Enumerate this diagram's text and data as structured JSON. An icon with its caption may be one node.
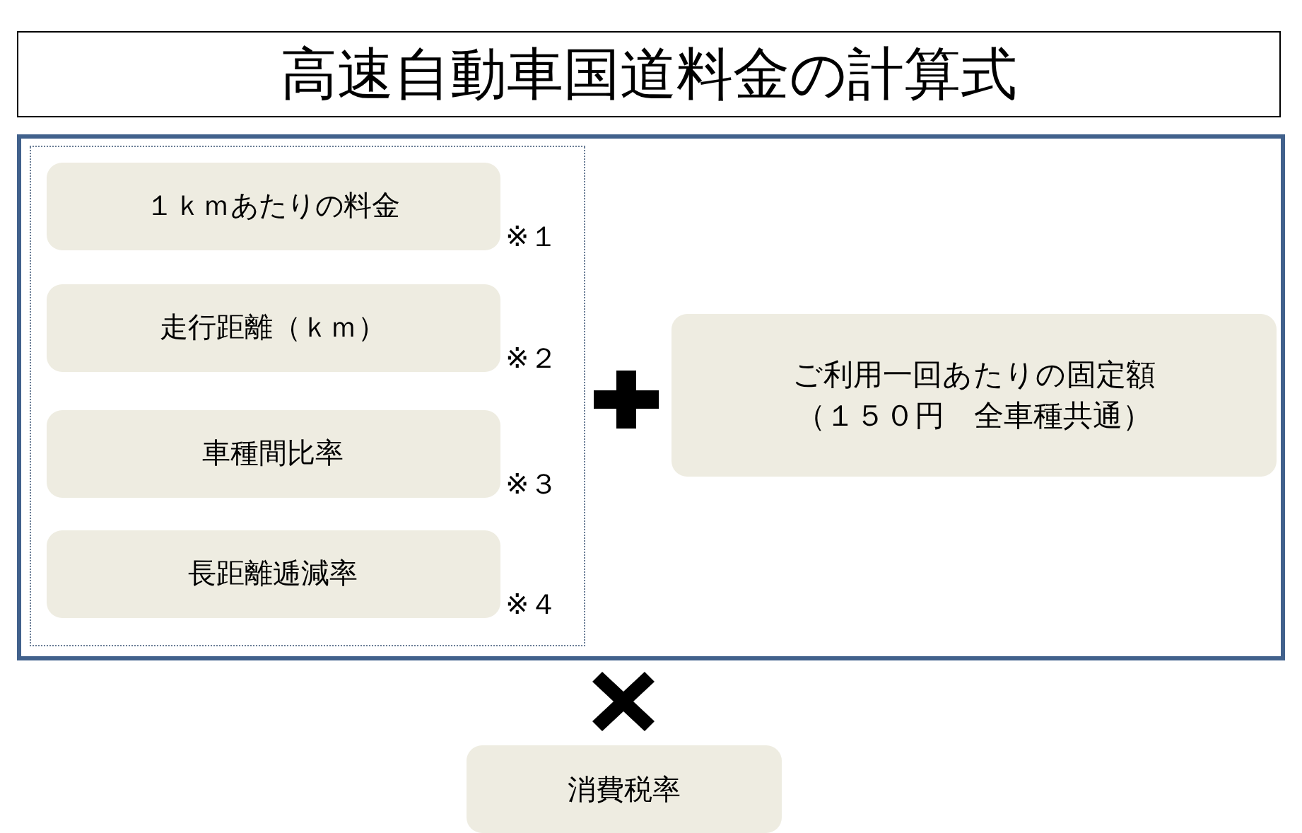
{
  "diagram": {
    "title": "高速自動車国道料金の計算式",
    "nodes": [
      {
        "text": [],
        "shape": "box"
      },
      {
        "text": [],
        "shape": "box",
        "in": 0
      },
      {
        "text": [
          "１ｋｍあたりの料金"
        ],
        "in": 1,
        "beside": [
          "※１"
        ]
      },
      {
        "text": [
          "走行距離（ｋｍ）"
        ],
        "in": 1,
        "beside": [
          "※２"
        ]
      },
      {
        "text": [
          "車種間比率"
        ],
        "in": 1,
        "beside": [
          "※３"
        ]
      },
      {
        "text": [
          "長距離逓減率"
        ],
        "in": 1,
        "beside": [
          "※４"
        ]
      },
      {
        "text": [
          "ご利用一回あたりの固定額（１５０円　全車種共通）"
        ],
        "in": 0
      },
      {
        "text": [
          "消費税率"
        ]
      }
    ]
  }
}
